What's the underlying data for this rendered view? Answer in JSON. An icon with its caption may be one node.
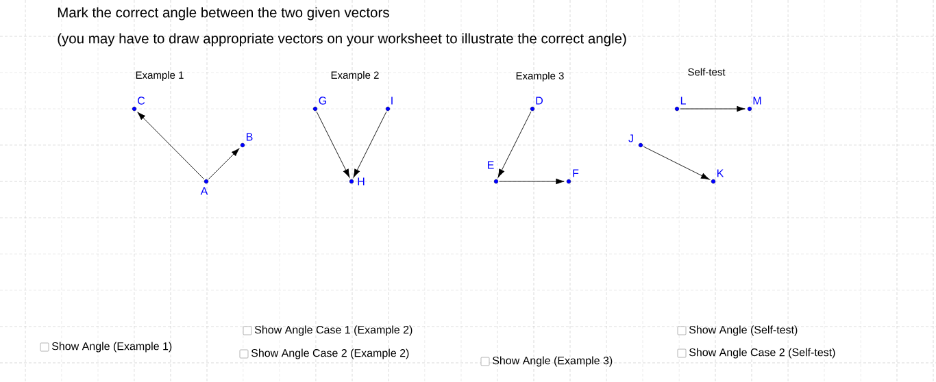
{
  "diagram": {
    "title": "Mark the correct angle between the two given vectors",
    "nodes": [
      {
        "text": [],
        "shape": "circle",
        "beside": [
          "C"
        ]
      },
      {
        "text": [],
        "shape": "circle",
        "beside": [
          "B"
        ]
      },
      {
        "text": [],
        "shape": "circle",
        "beside": [
          "A"
        ]
      },
      {
        "text": [],
        "shape": "circle",
        "beside": [
          "G"
        ]
      },
      {
        "text": [],
        "shape": "circle",
        "beside": [
          "I"
        ]
      },
      {
        "text": [],
        "shape": "circle",
        "beside": [
          "H"
        ]
      },
      {
        "text": [],
        "shape": "circle",
        "beside": [
          "D"
        ]
      },
      {
        "text": [],
        "shape": "circle",
        "beside": [
          "E"
        ]
      },
      {
        "text": [],
        "shape": "circle",
        "beside": [
          "F"
        ]
      },
      {
        "text": [],
        "shape": "circle",
        "beside": [
          "L"
        ]
      },
      {
        "text": [],
        "shape": "circle",
        "beside": [
          "M"
        ]
      },
      {
        "text": [],
        "shape": "circle",
        "beside": [
          "J"
        ]
      },
      {
        "text": [],
        "shape": "circle",
        "beside": [
          "K"
        ]
      }
    ],
    "edges": [
      {
        "from": 2,
        "to": 0,
        "arrow": "to"
      },
      {
        "from": 2,
        "to": 1,
        "arrow": "to"
      },
      {
        "from": 3,
        "to": 5,
        "arrow": "to"
      },
      {
        "from": 4,
        "to": 5,
        "arrow": "to"
      },
      {
        "from": 6,
        "to": 7,
        "arrow": "to"
      },
      {
        "from": 7,
        "to": 8,
        "arrow": "to"
      },
      {
        "from": 9,
        "to": 10,
        "arrow": "to"
      },
      {
        "from": 11,
        "to": 12,
        "arrow": "to"
      }
    ],
    "labels": [
      "(you may have to draw appropriate vectors on your worksheet to illustrate the correct angle)",
      "Example 1",
      "Example 2",
      "Example 3",
      "Self-test",
      "Show Angle Case 1 (Example 2)",
      "Show Angle (Self-test)",
      "Show Angle (Example 1)",
      "Show Angle Case 2 (Example 2)",
      "Show Angle Case 2 (Self-test)",
      "Show Angle (Example 3)"
    ]
  }
}
